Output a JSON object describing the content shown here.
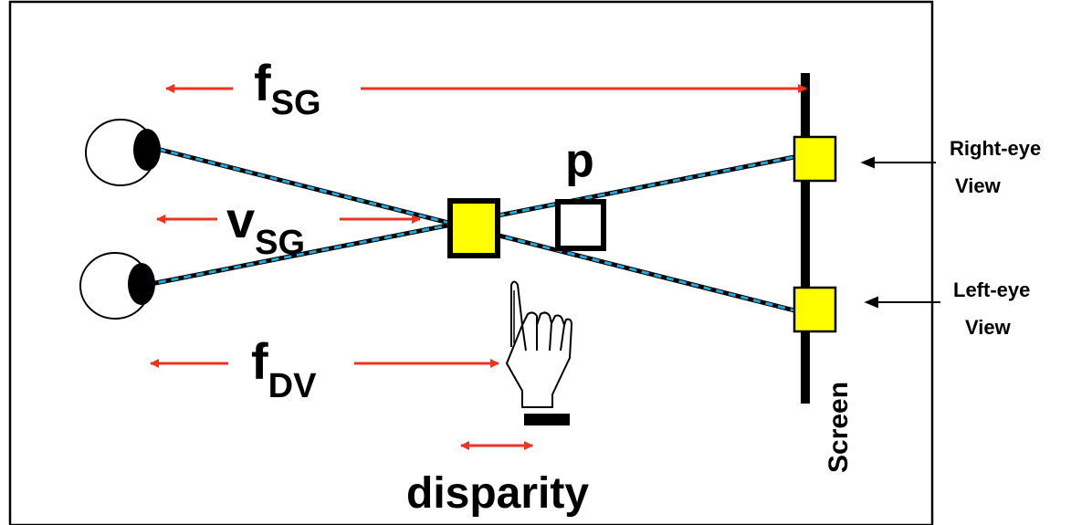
{
  "labels": {
    "f_sg_main": "f",
    "f_sg_sub": "SG",
    "v_sg_main": "v",
    "v_sg_sub": "SG",
    "f_dv_main": "f",
    "f_dv_sub": "DV",
    "p": "p",
    "disparity": "disparity",
    "screen": "Screen",
    "right_eye_line1": "Right-eye",
    "right_eye_line2": "View",
    "left_eye_line1": "Left-eye",
    "left_eye_line2": "View"
  },
  "colors": {
    "arrow": "#ee3322",
    "sight_line": "#22aadd",
    "marker_fill": "#ffff00",
    "outline": "#000000"
  },
  "icons": {
    "eye": "eye-icon",
    "hand": "pointing-hand-icon"
  }
}
